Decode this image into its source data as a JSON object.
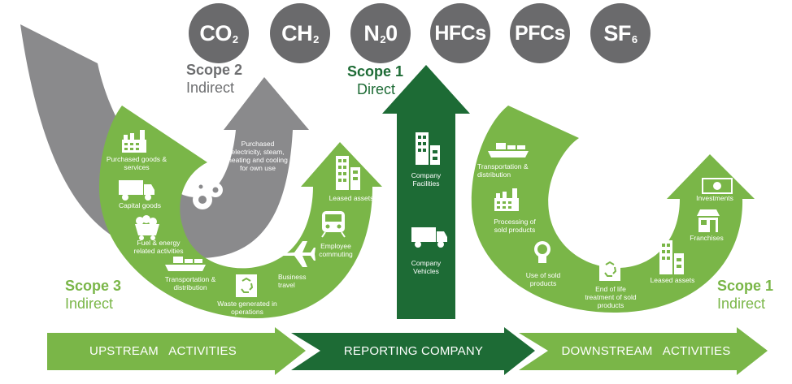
{
  "gases": [
    {
      "base": "CO",
      "sub": "2"
    },
    {
      "base": "CH",
      "sub": "2"
    },
    {
      "base": "N",
      "sub": "2",
      "tail": "0"
    },
    {
      "base": "HFCs",
      "sub": ""
    },
    {
      "base": "PFCs",
      "sub": ""
    },
    {
      "base": "SF",
      "sub": "6"
    }
  ],
  "scopes": {
    "scope2": {
      "title": "Scope 2",
      "sub": "Indirect"
    },
    "scope1_center": {
      "title": "Scope 1",
      "sub": "Direct"
    },
    "scope3": {
      "title": "Scope 3",
      "sub": "Indirect"
    },
    "scope1_right": {
      "title": "Scope 1",
      "sub": "Indirect"
    }
  },
  "scope2_label": "Purchased electricity, steam, heating and cooling for own use",
  "upstream_items": {
    "purchased_goods": "Purchased goods & services",
    "capital_goods": "Capital goods",
    "fuel_energy": "Fuel & energy related activities",
    "transport": "Transportation & distribution",
    "waste": "Waste generated in operations",
    "business_travel": "Business travel",
    "employee_commuting": "Employee commuting",
    "leased_assets": "Leased assets"
  },
  "company_items": {
    "facilities": "Company Facilities",
    "vehicles": "Company Vehicles"
  },
  "downstream_items": {
    "transport": "Transportation & distribution",
    "processing": "Processing of sold products",
    "use": "Use of sold products",
    "end_of_life": "End of life treatment of sold products",
    "leased_assets": "Leased assets",
    "franchises": "Franchises",
    "investments": "Investments"
  },
  "bands": {
    "upstream": "UPSTREAM   ACTIVITIES",
    "reporting": "REPORTING COMPANY",
    "downstream": "DOWNSTREAM   ACTIVITIES"
  },
  "colors": {
    "gas_gray": "#6a6a6c",
    "scope2_gray": "#8a8a8c",
    "green_light": "#7ab648",
    "green_dark": "#1d6b35",
    "text_gray": "#6d6e70"
  }
}
